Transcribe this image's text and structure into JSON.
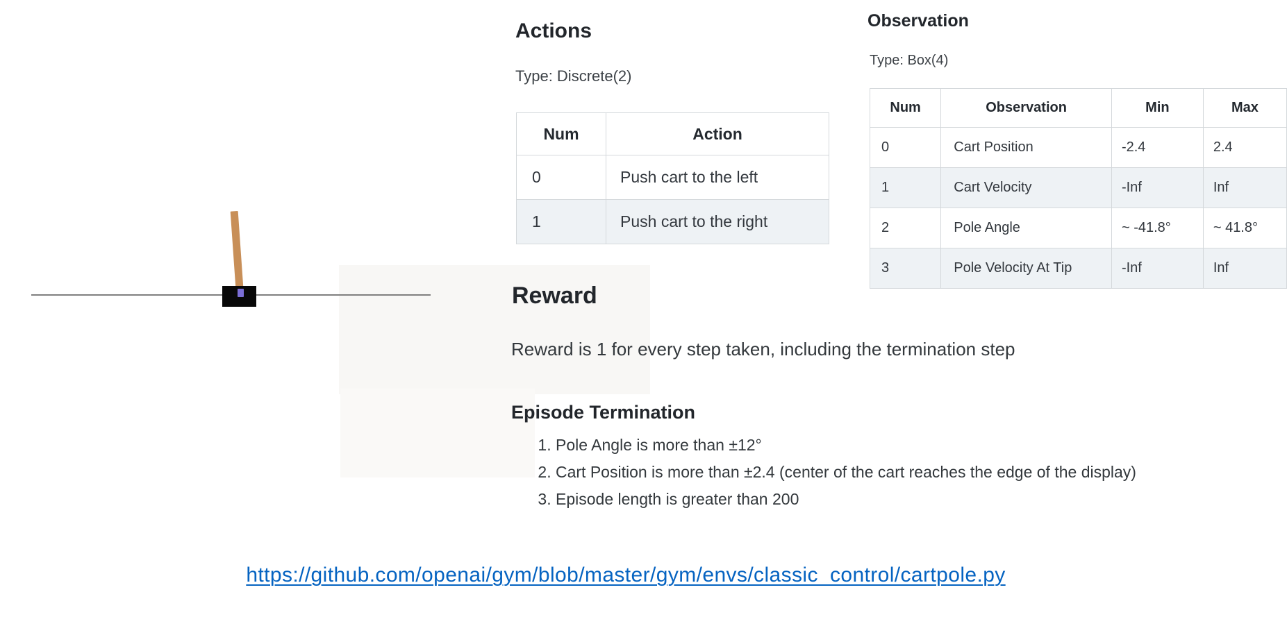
{
  "figure": {
    "label": "cartpole-environment-render",
    "colors": {
      "pole": "#c88f58",
      "cart": "#080808",
      "axle": "#7b6ed6",
      "track": "#7f7f7f"
    }
  },
  "actions": {
    "heading": "Actions",
    "type_label": "Type: Discrete(2)",
    "table": {
      "headers": [
        "Num",
        "Action"
      ],
      "rows": [
        [
          "0",
          "Push cart to the left"
        ],
        [
          "1",
          "Push cart to the right"
        ]
      ]
    }
  },
  "observation": {
    "heading": "Observation",
    "type_label": "Type: Box(4)",
    "table": {
      "headers": [
        "Num",
        "Observation",
        "Min",
        "Max"
      ],
      "rows": [
        [
          "0",
          "Cart Position",
          "-2.4",
          "2.4"
        ],
        [
          "1",
          "Cart Velocity",
          "-Inf",
          "Inf"
        ],
        [
          "2",
          "Pole Angle",
          "~ -41.8°",
          "~ 41.8°"
        ],
        [
          "3",
          "Pole Velocity At Tip",
          "-Inf",
          "Inf"
        ]
      ]
    }
  },
  "reward": {
    "heading": "Reward",
    "body": "Reward is 1 for every step taken, including the termination step"
  },
  "episode_termination": {
    "heading": "Episode Termination",
    "items": [
      "Pole Angle is more than ±12°",
      "Cart Position is more than ±2.4 (center of the cart reaches the edge of the display)",
      "Episode length is greater than 200"
    ]
  },
  "source_link": {
    "url_text": "https://github.com/openai/gym/blob/master/gym/envs/classic_control/cartpole.py",
    "color": "#0563c1",
    "stripe_color": "#eef2f5",
    "border_color": "#d4d8db"
  }
}
